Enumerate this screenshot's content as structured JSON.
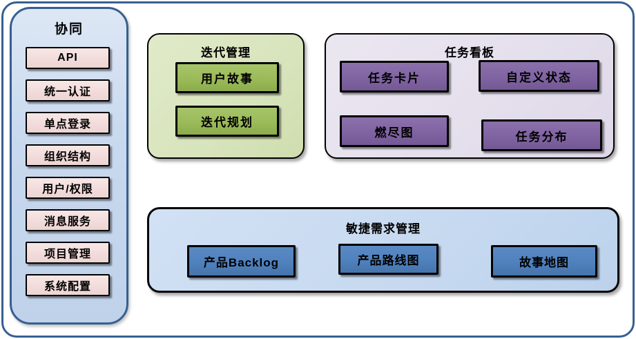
{
  "colors": {
    "frame_border": "#365f91",
    "sidebar_fill": "#c9d9ee",
    "sidebar_item_fill": "#f2dcdb",
    "iteration_fill": "#d8e4bc",
    "iteration_item_fill": "#9bbb59",
    "kanban_fill": "#e4dfec",
    "kanban_item_fill": "#8064a2",
    "agile_fill": "#c6d9f0",
    "agile_item_fill": "#4f81bd",
    "node_border": "#000000"
  },
  "sidebar": {
    "title": "协同",
    "items": [
      {
        "label": "API"
      },
      {
        "label": "统一认证"
      },
      {
        "label": "单点登录"
      },
      {
        "label": "组织结构"
      },
      {
        "label": "用户/权限"
      },
      {
        "label": "消息服务"
      },
      {
        "label": "项目管理"
      },
      {
        "label": "系统配置"
      }
    ]
  },
  "sections": {
    "iteration": {
      "title": "迭代管理",
      "items": [
        {
          "label": "用户故事"
        },
        {
          "label": "迭代规划"
        }
      ]
    },
    "kanban": {
      "title": "任务看板",
      "items": [
        {
          "label": "任务卡片"
        },
        {
          "label": "自定义状态"
        },
        {
          "label": "燃尽图"
        },
        {
          "label": "任务分布"
        }
      ]
    },
    "agile": {
      "title": "敏捷需求管理",
      "items": [
        {
          "label": "产品Backlog"
        },
        {
          "label": "产品路线图"
        },
        {
          "label": "故事地图"
        }
      ]
    }
  }
}
